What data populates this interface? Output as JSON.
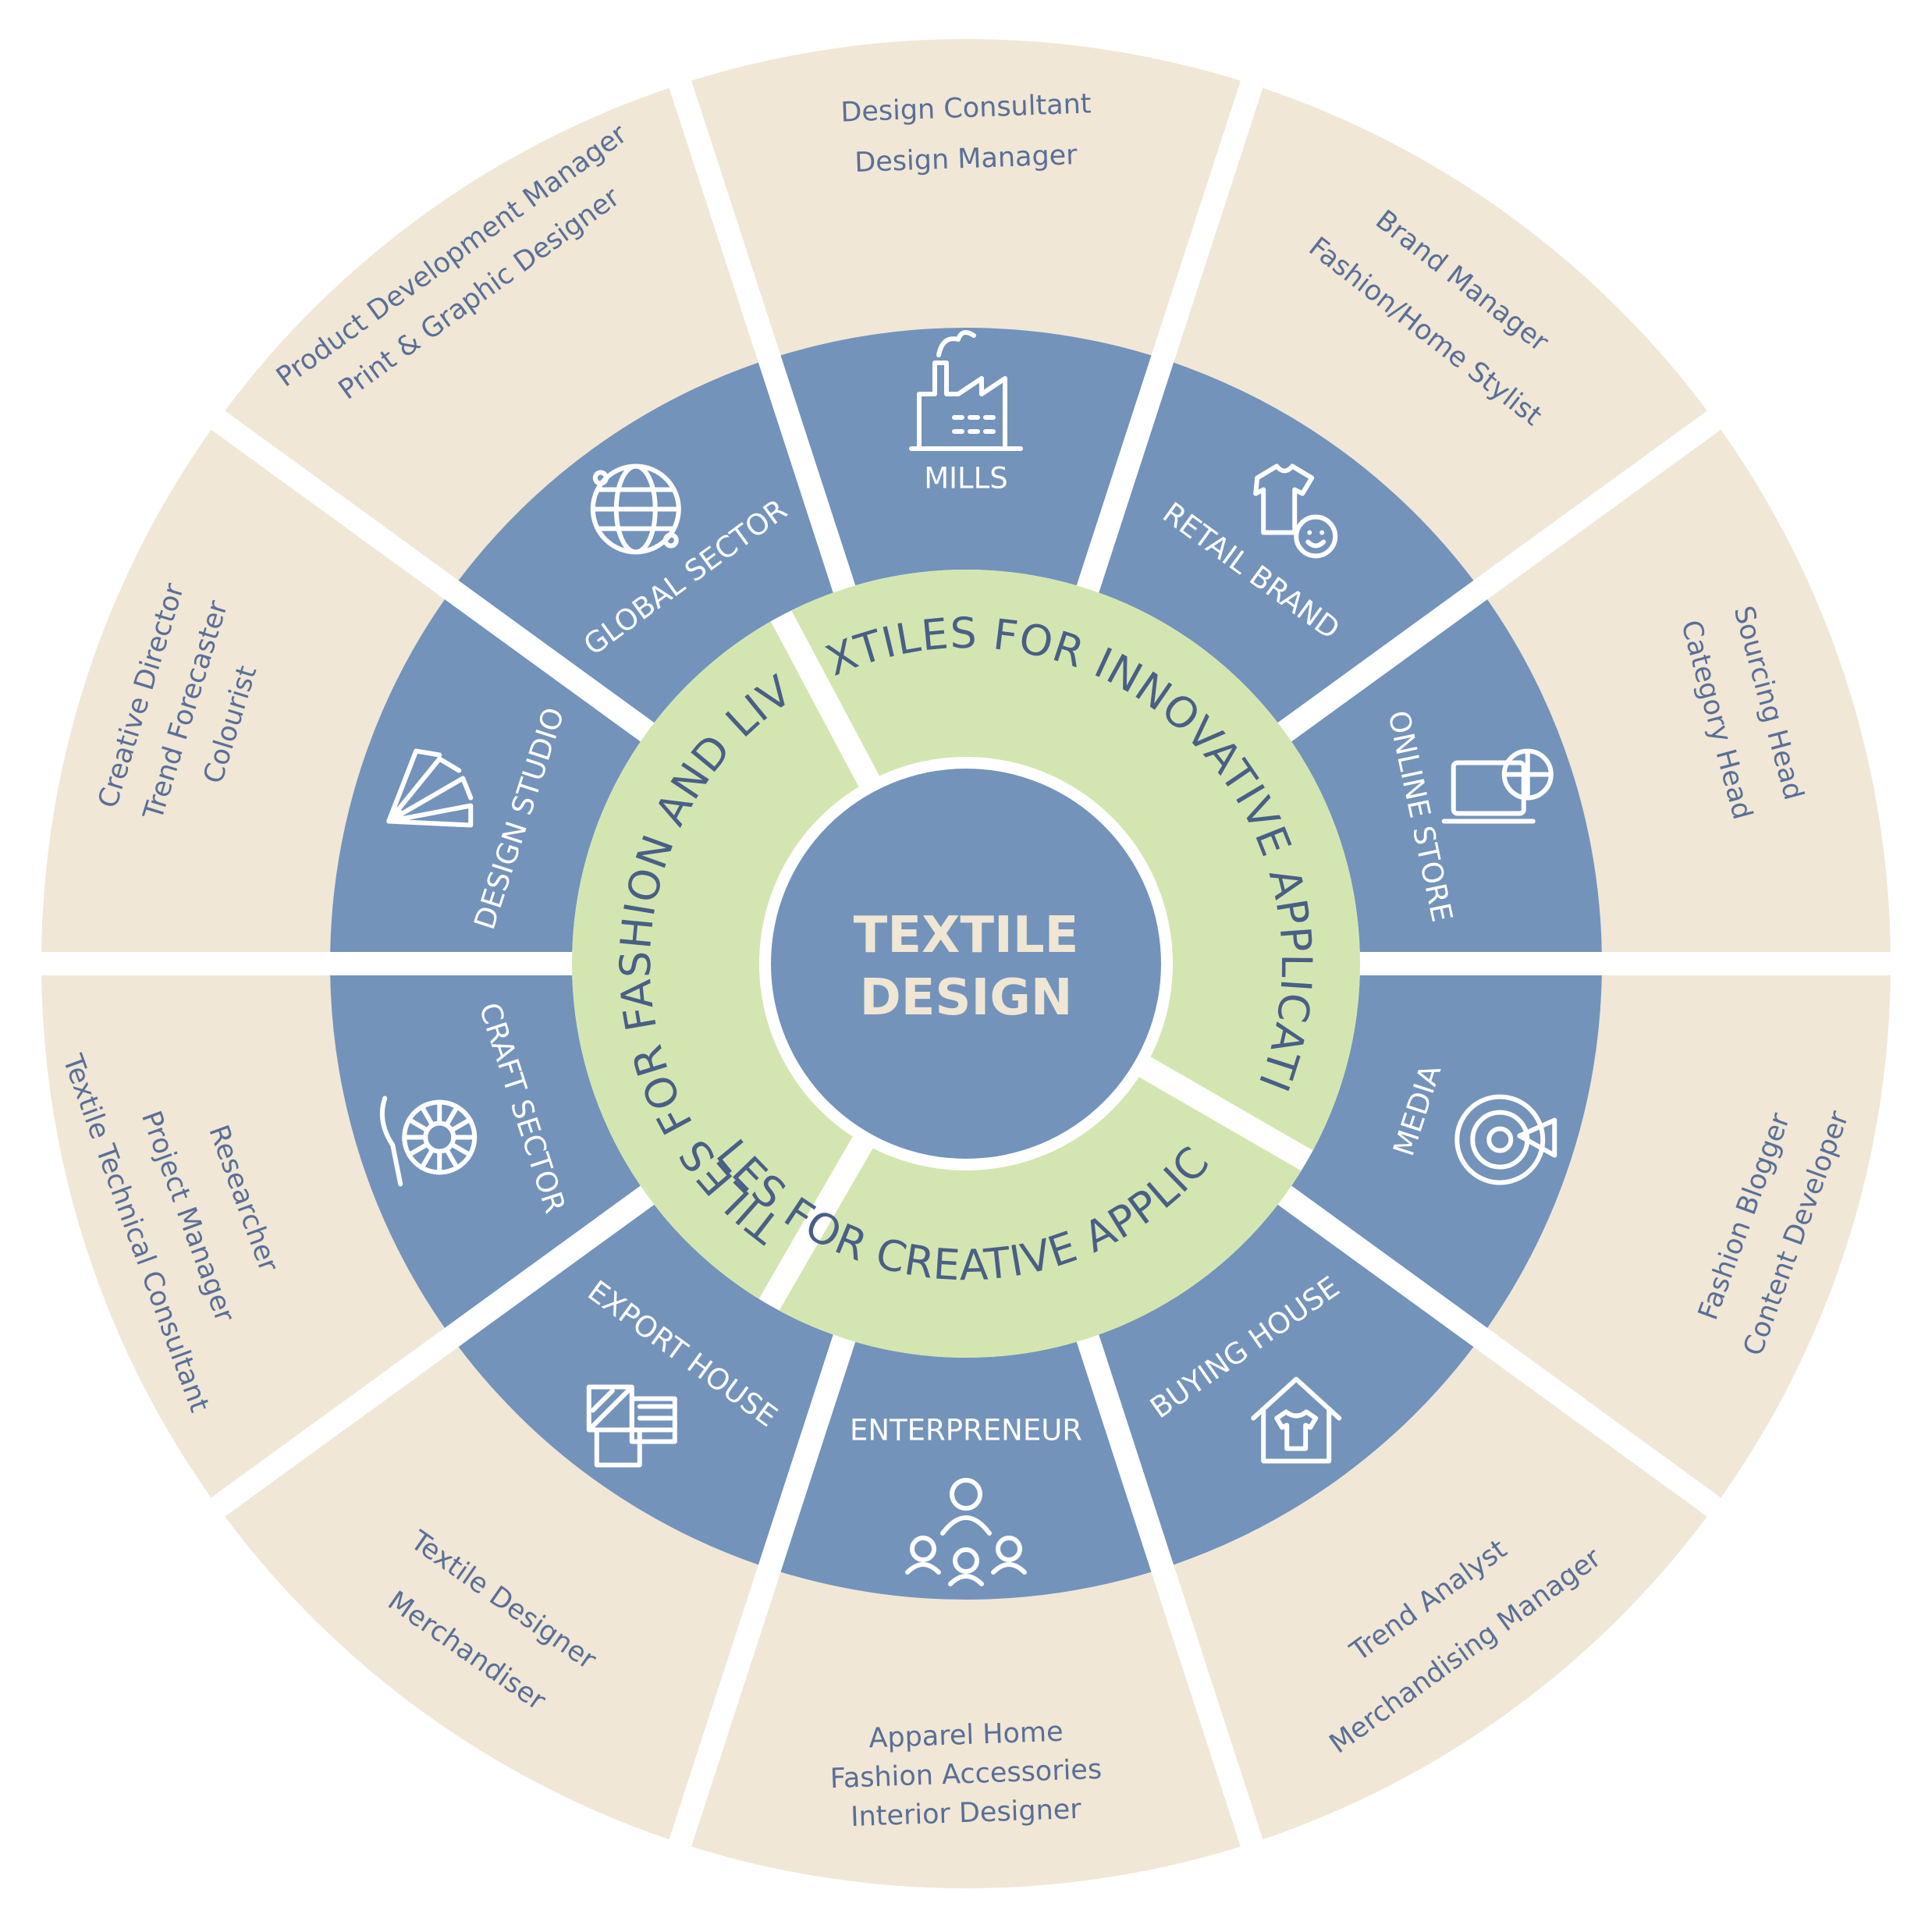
{
  "colors": {
    "outer_ring": "#f0e7d6",
    "sector_ring": "#7393bb",
    "category_ring": "#d3e6b1",
    "center": "#7393bb",
    "role_text": "#5a6f97",
    "category_text": "#4a5f86",
    "center_text": "#efe6d4"
  },
  "center": {
    "line1": "TEXTILE",
    "line2": "DESIGN"
  },
  "categories": [
    {
      "label": "TEXTILES FOR FASHION AND LIVING"
    },
    {
      "label": "TEXTILES FOR INNOVATIVE APPLICATION"
    },
    {
      "label": "TEXTILES FOR CREATIVE APPLICATION"
    }
  ],
  "sectors": [
    {
      "label": "MILLS",
      "icon": "factory-icon",
      "roles": [
        "Design Consultant",
        "Design Manager"
      ]
    },
    {
      "label": "RETAIL BRAND",
      "icon": "tshirt-smiley-icon",
      "roles": [
        "Brand Manager",
        "Fashion/Home Stylist"
      ]
    },
    {
      "label": "ONLINE STORE",
      "icon": "laptop-globe-icon",
      "roles": [
        "Sourcing Head",
        "Category Head"
      ]
    },
    {
      "label": "MEDIA",
      "icon": "target-megaphone-icon",
      "roles": [
        "Fashion Blogger",
        "Content Developer"
      ]
    },
    {
      "label": "BUYING HOUSE",
      "icon": "house-tshirt-icon",
      "roles": [
        "Trend Analyst",
        "Merchandising Manager"
      ]
    },
    {
      "label": "ENTERPRENEUR",
      "icon": "team-network-icon",
      "roles": [
        "Apparel Home",
        "Fashion Accessories",
        "Interior Designer"
      ]
    },
    {
      "label": "EXPORT HOUSE",
      "icon": "fabric-swatches-icon",
      "roles": [
        "Textile Designer",
        "Merchandiser"
      ]
    },
    {
      "label": "CRAFT SECTOR",
      "icon": "embroidery-icon",
      "roles": [
        "Researcher",
        "Project Manager",
        "Textile Technical Consultant"
      ]
    },
    {
      "label": "DESIGN STUDIO",
      "icon": "colour-swatch-fan-icon",
      "roles": [
        "Creative Director",
        "Trend Forecaster",
        "Colourist"
      ]
    },
    {
      "label": "GLOBAL SECTOR",
      "icon": "globe-icon",
      "roles": [
        "Product Development Manager",
        "Print & Graphic Designer"
      ]
    }
  ]
}
